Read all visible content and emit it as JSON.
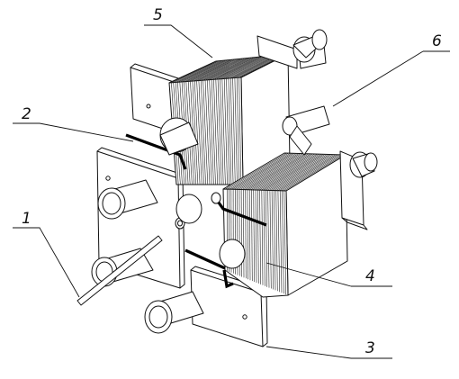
{
  "callouts": [
    {
      "id": "1",
      "label": "1"
    },
    {
      "id": "2",
      "label": "2"
    },
    {
      "id": "3",
      "label": "3"
    },
    {
      "id": "4",
      "label": "4"
    },
    {
      "id": "5",
      "label": "5"
    },
    {
      "id": "6",
      "label": "6"
    }
  ],
  "colors": {
    "ink": "#111111",
    "paper": "#ffffff"
  }
}
